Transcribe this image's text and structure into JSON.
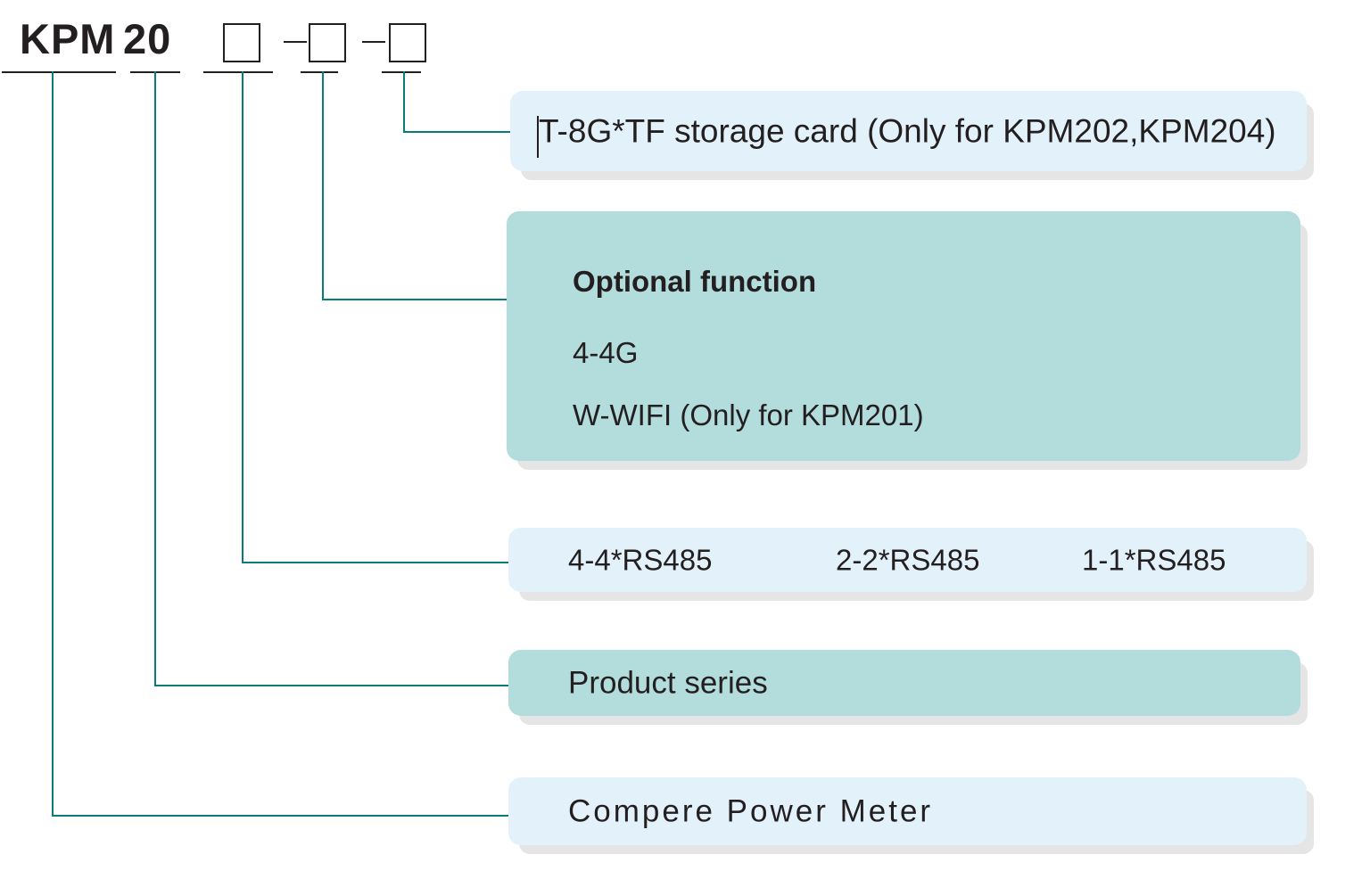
{
  "diagram": {
    "title": "KPM20 model designation breakdown",
    "model_code": {
      "prefix": "KPM",
      "series_digits": "20",
      "placeholder_count": 3,
      "separator": "–"
    },
    "colors": {
      "connector": "#0b7b77",
      "box_blue": "#e3f2fa",
      "box_green": "#b3dcdc",
      "text": "#231f20",
      "rule": "#231f20"
    },
    "callouts": [
      {
        "id": "storage-card",
        "tone": "blue",
        "lines": [
          "T-8G*TF storage card (Only for KPM202,KPM204)"
        ]
      },
      {
        "id": "optional-function",
        "tone": "green",
        "heading": "Optional function",
        "lines": [
          "4-4G",
          "W-WIFI (Only for KPM201)"
        ]
      },
      {
        "id": "rs485-options",
        "tone": "blue",
        "options": [
          "4-4*RS485",
          "2-2*RS485",
          "1-1*RS485"
        ]
      },
      {
        "id": "product-series",
        "tone": "green",
        "lines": [
          "Product series"
        ]
      },
      {
        "id": "compere-power-meter",
        "tone": "blue",
        "lines": [
          "Compere  Power  Meter"
        ]
      }
    ]
  }
}
